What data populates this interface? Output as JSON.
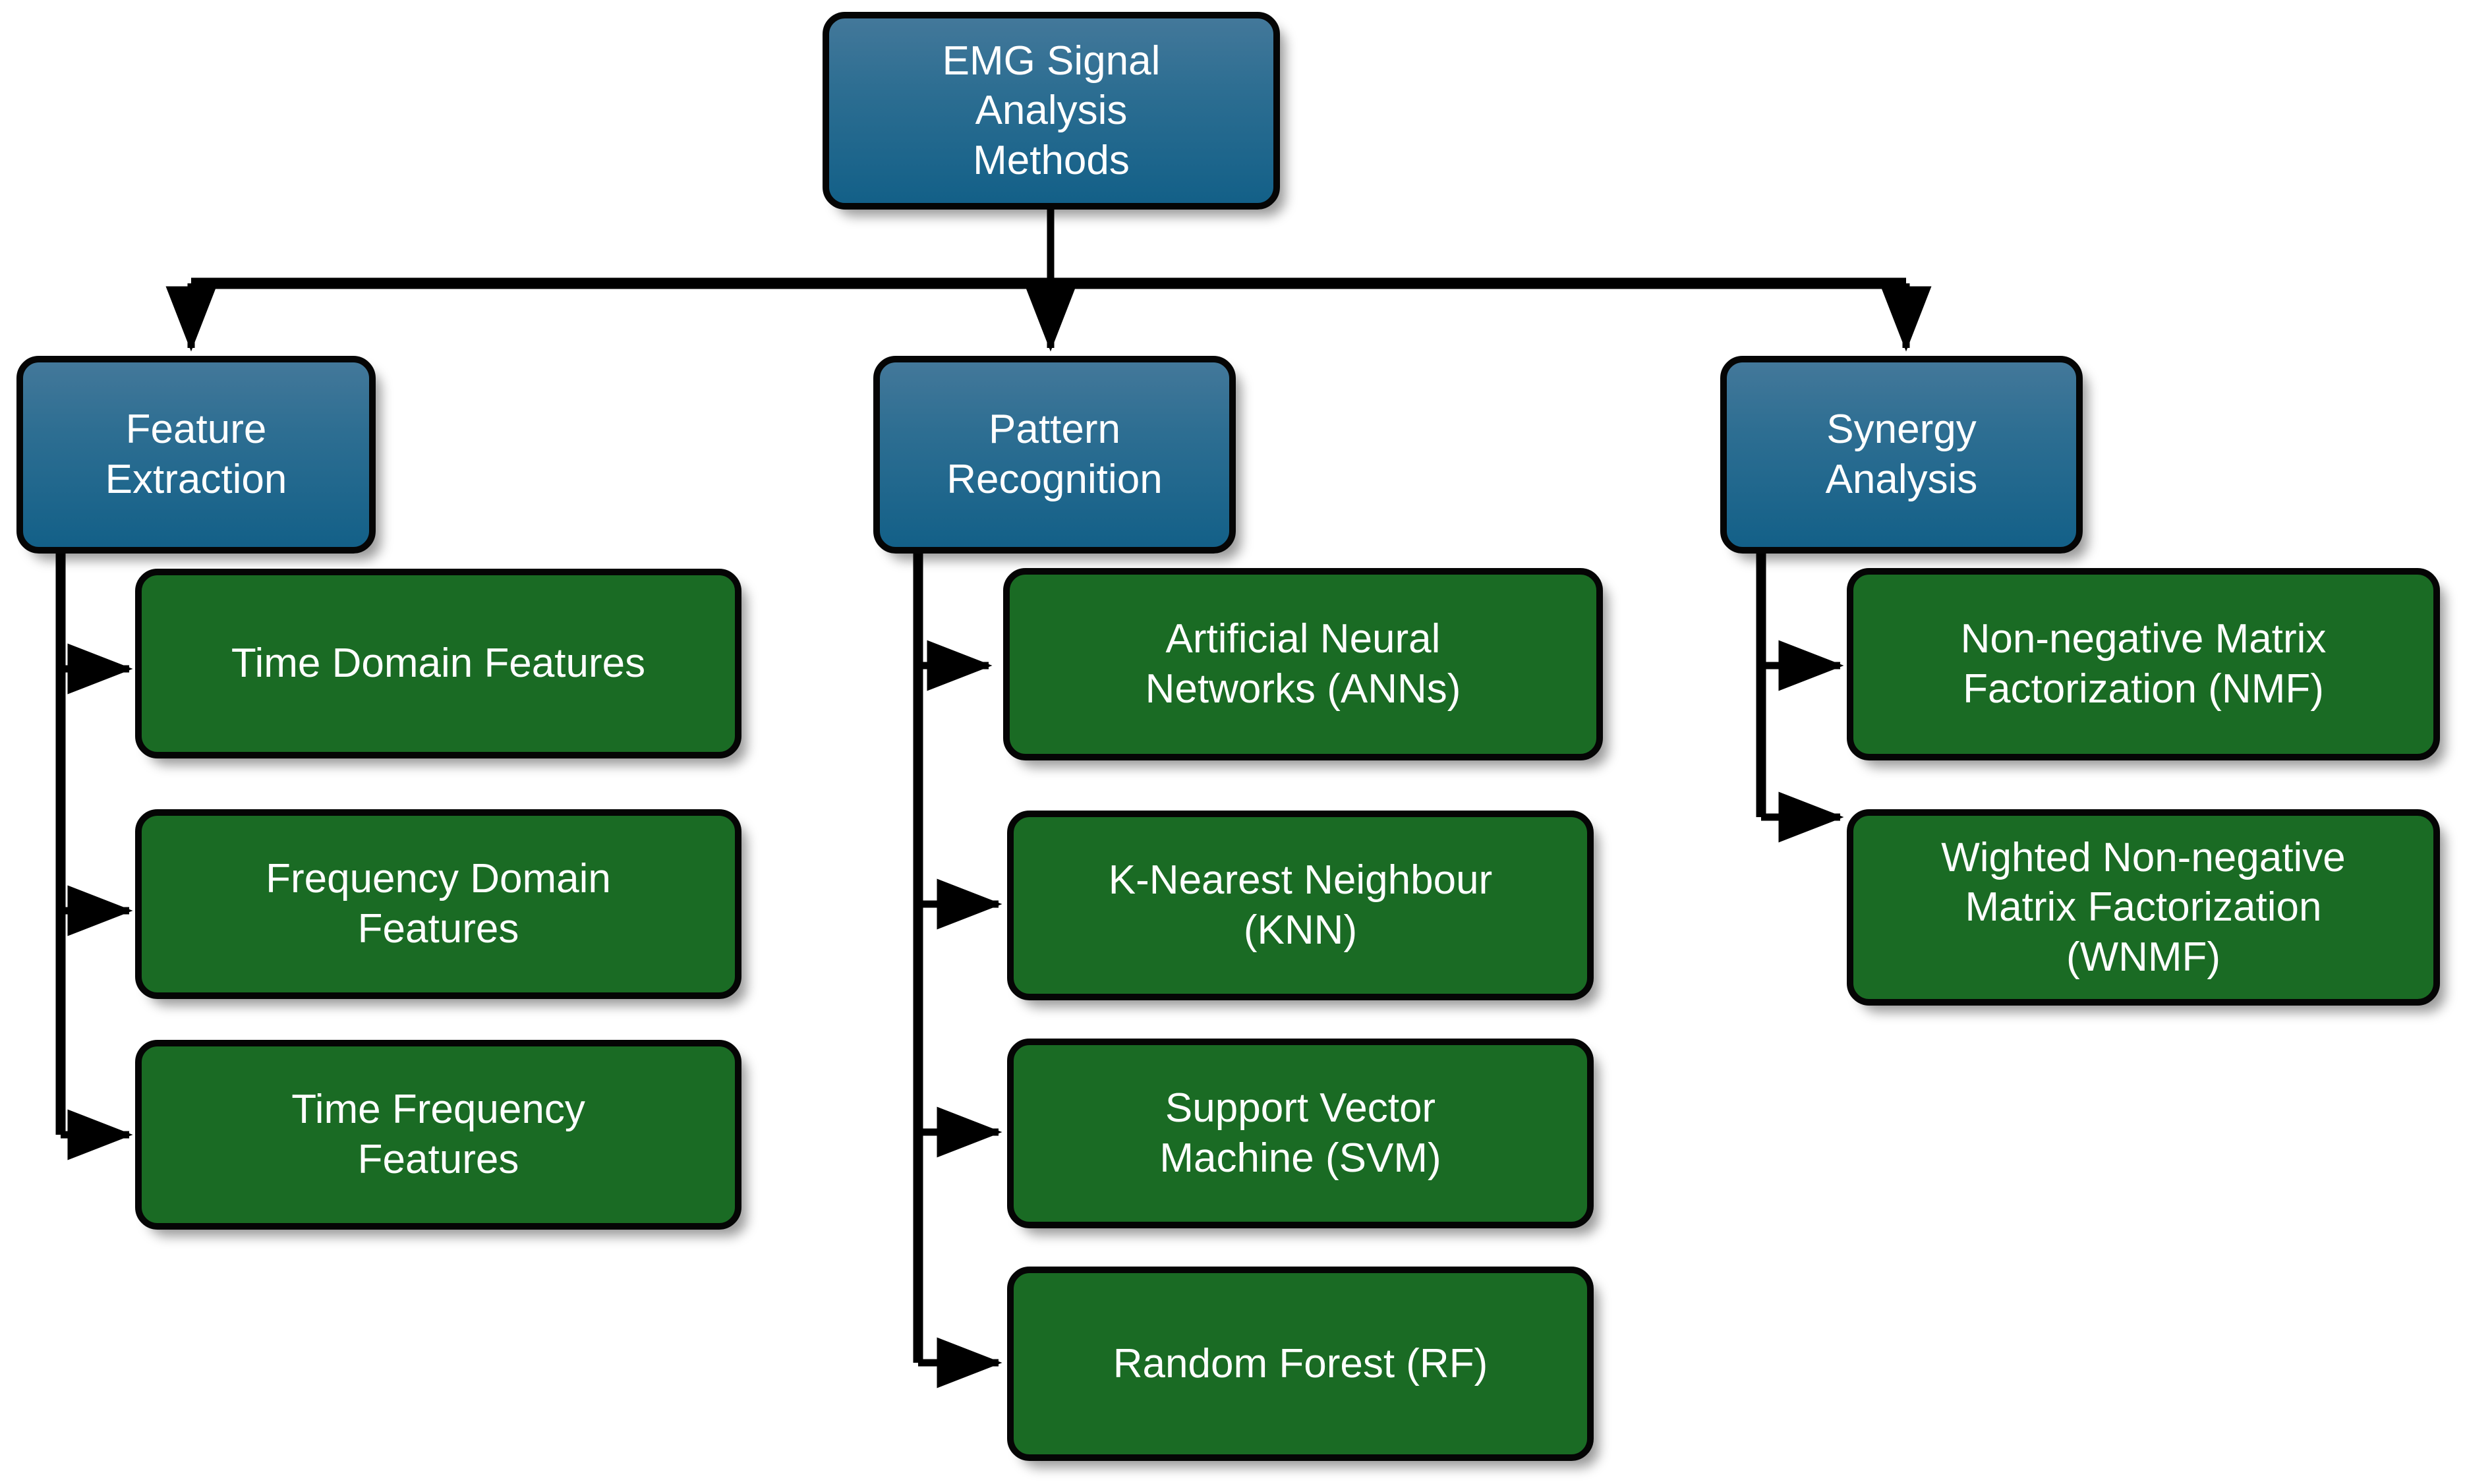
{
  "diagram": {
    "title": "EMG Signal Analysis Methods",
    "colors": {
      "node_blue_top": "#43789a",
      "node_blue_bottom": "#136088",
      "node_green": "#1a6b24",
      "node_border": "#050505",
      "node_text": "#ffffff",
      "connector": "#000000",
      "background": "#ffffff"
    },
    "root": {
      "label": "EMG Signal\nAnalysis\nMethods"
    },
    "branches": [
      {
        "id": "feature-extraction",
        "label": "Feature\nExtraction",
        "children": [
          {
            "id": "time-domain-features",
            "label": "Time Domain Features"
          },
          {
            "id": "frequency-domain-features",
            "label": "Frequency Domain\nFeatures"
          },
          {
            "id": "time-frequency-features",
            "label": "Time Frequency\nFeatures"
          }
        ]
      },
      {
        "id": "pattern-recognition",
        "label": "Pattern\nRecognition",
        "children": [
          {
            "id": "artificial-neural-networks",
            "label": "Artificial Neural\nNetworks (ANNs)"
          },
          {
            "id": "k-nearest-neighbour",
            "label": "K-Nearest Neighbour\n(KNN)"
          },
          {
            "id": "support-vector-machine",
            "label": "Support Vector\nMachine (SVM)"
          },
          {
            "id": "random-forest",
            "label": "Random Forest (RF)"
          }
        ]
      },
      {
        "id": "synergy-analysis",
        "label": "Synergy\nAnalysis",
        "children": [
          {
            "id": "non-negative-matrix-factorization",
            "label": "Non-negative Matrix\nFactorization (NMF)"
          },
          {
            "id": "weighted-non-negative-matrix-factorization",
            "label": "Wighted Non-negative\nMatrix Factorization\n(WNMF)"
          }
        ]
      }
    ]
  }
}
